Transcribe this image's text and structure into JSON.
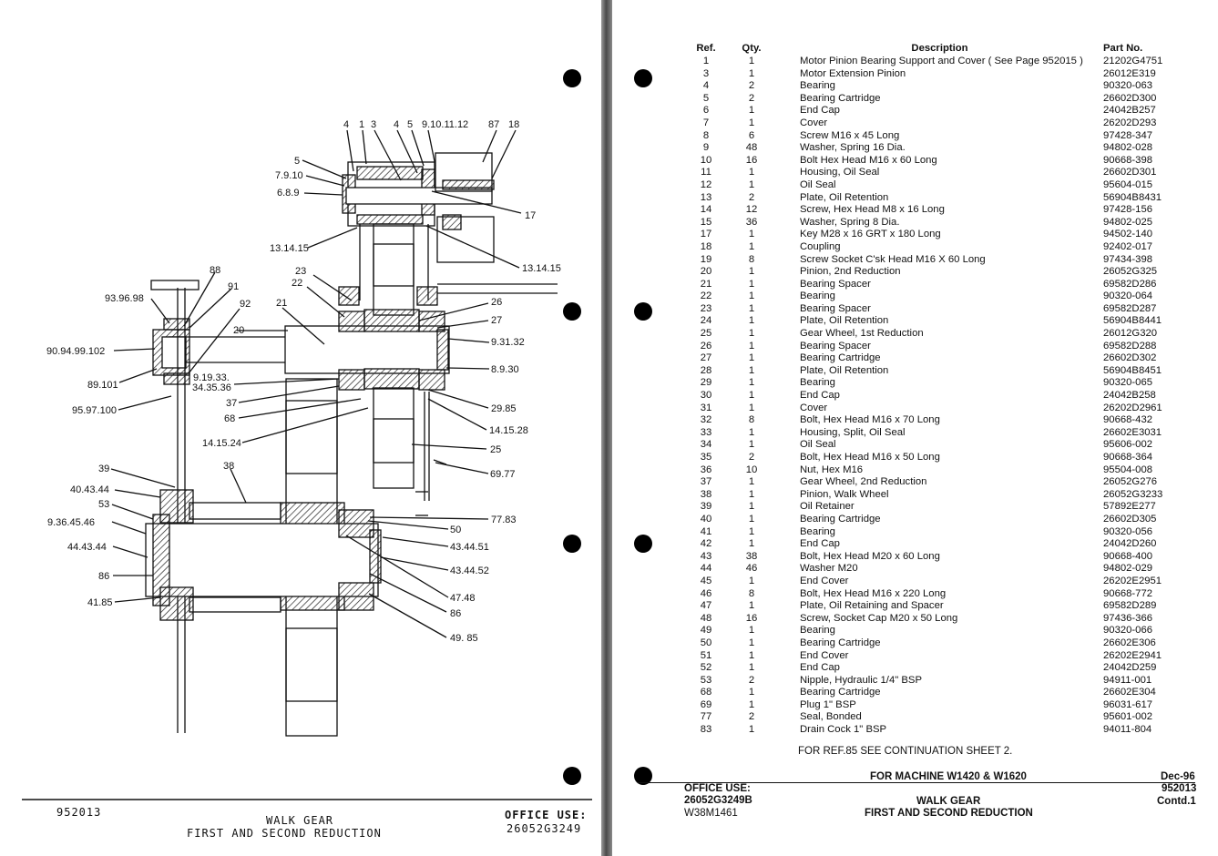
{
  "left_page": {
    "page_number": "952013",
    "title_line1": "WALK GEAR",
    "title_line2": "FIRST AND SECOND REDUCTION",
    "office_use_label": "OFFICE USE:",
    "office_use_code": "26052G3249",
    "callouts": {
      "c4a": "4",
      "c1": "1",
      "c3": "3",
      "c4b": "4",
      "c5a": "5",
      "c91011": "9.10.11.12",
      "c87": "87",
      "c18": "18",
      "c5b": "5",
      "c7910": "7.9.10",
      "c689": "6.8.9",
      "c17": "17",
      "c131415a": "13.14.15",
      "c131415b": "13.14.15",
      "c88": "88",
      "c939698": "93.96.98",
      "c91": "91",
      "c92": "92",
      "c23": "23",
      "c22": "22",
      "c26": "26",
      "c21": "21",
      "c27": "27",
      "c20": "20",
      "c9094": "90.94.99.102",
      "c93132": "9.31.32",
      "c89101": "89.101",
      "c91933": "9.19.33.",
      "c343536": "34.35.36",
      "c8930": "8.9.30",
      "c9597100": "95.97.100",
      "c37": "37",
      "c2985": "29.85",
      "c68": "68",
      "c141528": "14.15.28",
      "c141524": "14.15.24",
      "c25": "25",
      "c6977": "69.77",
      "c39": "39",
      "c38": "38",
      "c404344": "40.43.44",
      "c53": "53",
      "c7783": "77.83",
      "c93645": "9.36.45.46",
      "c50": "50",
      "c444344": "44.43.44",
      "c434451": "43.44.51",
      "c434452": "43.44.52",
      "c86a": "86",
      "c4748": "47.48",
      "c4185": "41.85",
      "c86b": "86",
      "c4985": "49. 85"
    }
  },
  "right_page": {
    "headers": {
      "ref": "Ref.",
      "qty": "Qty.",
      "description": "Description",
      "part_no": "Part No."
    },
    "parts": [
      {
        "ref": "1",
        "qty": "1",
        "description": "Motor Pinion Bearing Support and Cover ( See Page 952015 )",
        "part_no": "21202G4751"
      },
      {
        "ref": "3",
        "qty": "1",
        "description": "Motor Extension Pinion",
        "part_no": "26012E319"
      },
      {
        "ref": "4",
        "qty": "2",
        "description": "Bearing",
        "part_no": "90320-063"
      },
      {
        "ref": "5",
        "qty": "2",
        "description": "Bearing Cartridge",
        "part_no": "26602D300"
      },
      {
        "ref": "6",
        "qty": "1",
        "description": "End Cap",
        "part_no": "24042B257"
      },
      {
        "ref": "7",
        "qty": "1",
        "description": "Cover",
        "part_no": "26202D293"
      },
      {
        "ref": "8",
        "qty": "6",
        "description": "Screw M16 x 45 Long",
        "part_no": "97428-347"
      },
      {
        "ref": "9",
        "qty": "48",
        "description": "Washer, Spring 16 Dia.",
        "part_no": "94802-028"
      },
      {
        "ref": "10",
        "qty": "16",
        "description": "Bolt Hex Head M16 x 60 Long",
        "part_no": "90668-398"
      },
      {
        "ref": "11",
        "qty": "1",
        "description": "Housing, Oil Seal",
        "part_no": "26602D301"
      },
      {
        "ref": "12",
        "qty": "1",
        "description": "Oil Seal",
        "part_no": "95604-015"
      },
      {
        "ref": "13",
        "qty": "2",
        "description": "Plate, Oil Retention",
        "part_no": "56904B8431"
      },
      {
        "ref": "14",
        "qty": "12",
        "description": "Screw, Hex Head M8 x 16 Long",
        "part_no": "97428-156"
      },
      {
        "ref": "15",
        "qty": "36",
        "description": "Washer, Spring 8 Dia.",
        "part_no": "94802-025"
      },
      {
        "ref": "17",
        "qty": "1",
        "description": "Key M28 x 16 GRT x 180 Long",
        "part_no": "94502-140"
      },
      {
        "ref": "18",
        "qty": "1",
        "description": "Coupling",
        "part_no": "92402-017"
      },
      {
        "ref": "19",
        "qty": "8",
        "description": "Screw Socket C'sk Head M16 X 60 Long",
        "part_no": "97434-398"
      },
      {
        "ref": "20",
        "qty": "1",
        "description": "Pinion, 2nd Reduction",
        "part_no": "26052G325"
      },
      {
        "ref": "21",
        "qty": "1",
        "description": "Bearing Spacer",
        "part_no": "69582D286"
      },
      {
        "ref": "22",
        "qty": "1",
        "description": "Bearing",
        "part_no": "90320-064"
      },
      {
        "ref": "23",
        "qty": "1",
        "description": "Bearing Spacer",
        "part_no": "69582D287"
      },
      {
        "ref": "24",
        "qty": "1",
        "description": "Plate, Oil Retention",
        "part_no": "56904B8441"
      },
      {
        "ref": "25",
        "qty": "1",
        "description": "Gear Wheel, 1st Reduction",
        "part_no": "26012G320"
      },
      {
        "ref": "26",
        "qty": "1",
        "description": "Bearing Spacer",
        "part_no": "69582D288"
      },
      {
        "ref": "27",
        "qty": "1",
        "description": "Bearing Cartridge",
        "part_no": "26602D302"
      },
      {
        "ref": "28",
        "qty": "1",
        "description": "Plate, Oil Retention",
        "part_no": "56904B8451"
      },
      {
        "ref": "29",
        "qty": "1",
        "description": "Bearing",
        "part_no": "90320-065"
      },
      {
        "ref": "30",
        "qty": "1",
        "description": "End Cap",
        "part_no": "24042B258"
      },
      {
        "ref": "31",
        "qty": "1",
        "description": "Cover",
        "part_no": "26202D2961"
      },
      {
        "ref": "32",
        "qty": "8",
        "description": "Bolt, Hex Head M16 x 70 Long",
        "part_no": "90668-432"
      },
      {
        "ref": "33",
        "qty": "1",
        "description": "Housing, Split, Oil Seal",
        "part_no": "26602E3031"
      },
      {
        "ref": "34",
        "qty": "1",
        "description": "Oil Seal",
        "part_no": "95606-002"
      },
      {
        "ref": "35",
        "qty": "2",
        "description": "Bolt, Hex Head M16 x 50 Long",
        "part_no": "90668-364"
      },
      {
        "ref": "36",
        "qty": "10",
        "description": "Nut, Hex M16",
        "part_no": "95504-008"
      },
      {
        "ref": "37",
        "qty": "1",
        "description": "Gear Wheel, 2nd Reduction",
        "part_no": "26052G276"
      },
      {
        "ref": "38",
        "qty": "1",
        "description": "Pinion, Walk Wheel",
        "part_no": "26052G3233"
      },
      {
        "ref": "39",
        "qty": "1",
        "description": "Oil Retainer",
        "part_no": "57892E277"
      },
      {
        "ref": "40",
        "qty": "1",
        "description": "Bearing Cartridge",
        "part_no": "26602D305"
      },
      {
        "ref": "41",
        "qty": "1",
        "description": "Bearing",
        "part_no": "90320-056"
      },
      {
        "ref": "42",
        "qty": "1",
        "description": "End Cap",
        "part_no": "24042D260"
      },
      {
        "ref": "43",
        "qty": "38",
        "description": "Bolt, Hex Head M20 x 60 Long",
        "part_no": "90668-400"
      },
      {
        "ref": "44",
        "qty": "46",
        "description": "Washer M20",
        "part_no": "94802-029"
      },
      {
        "ref": "45",
        "qty": "1",
        "description": "End Cover",
        "part_no": "26202E2951"
      },
      {
        "ref": "46",
        "qty": "8",
        "description": "Bolt, Hex Head M16 x 220 Long",
        "part_no": "90668-772"
      },
      {
        "ref": "47",
        "qty": "1",
        "description": "Plate, Oil Retaining and Spacer",
        "part_no": "69582D289"
      },
      {
        "ref": "48",
        "qty": "16",
        "description": "Screw, Socket Cap M20 x 50 Long",
        "part_no": "97436-366"
      },
      {
        "ref": "49",
        "qty": "1",
        "description": "Bearing",
        "part_no": "90320-066"
      },
      {
        "ref": "50",
        "qty": "1",
        "description": "Bearing Cartridge",
        "part_no": "26602E306"
      },
      {
        "ref": "51",
        "qty": "1",
        "description": "End Cover",
        "part_no": "26202E2941"
      },
      {
        "ref": "52",
        "qty": "1",
        "description": "End Cap",
        "part_no": "24042D259"
      },
      {
        "ref": "53",
        "qty": "2",
        "description": "Nipple, Hydraulic 1/4\" BSP",
        "part_no": "94911-001"
      },
      {
        "ref": "68",
        "qty": "1",
        "description": "Bearing Cartridge",
        "part_no": "26602E304"
      },
      {
        "ref": "69",
        "qty": "1",
        "description": "Plug 1\" BSP",
        "part_no": "96031-617"
      },
      {
        "ref": "77",
        "qty": "2",
        "description": "Seal, Bonded",
        "part_no": "95601-002"
      },
      {
        "ref": "83",
        "qty": "1",
        "description": "Drain Cock 1\" BSP",
        "part_no": "94011-804"
      }
    ],
    "note": "FOR REF.85 SEE CONTINUATION SHEET 2.",
    "machine": "FOR MACHINE W1420 & W1620",
    "date": "Dec-96",
    "office_use_label": "OFFICE USE:",
    "office_code1": "26052G3249B",
    "office_code2": "W38M1461",
    "title_line1": "WALK GEAR",
    "title_line2": "FIRST AND SECOND REDUCTION",
    "page_number": "952013",
    "contd": "Contd.1"
  }
}
